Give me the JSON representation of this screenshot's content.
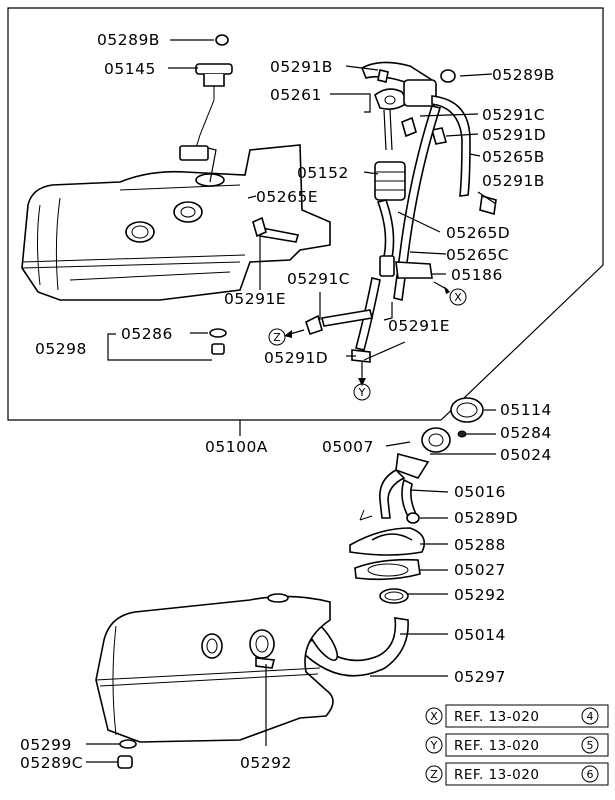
{
  "labels": {
    "l05289B": "05289B",
    "l05145": "05145",
    "l05291B_top": "05291B",
    "l05289B_right": "05289B",
    "l05261": "05261",
    "l05291C_right": "05291C",
    "l05291D_right": "05291D",
    "l05265B": "05265B",
    "l05152": "05152",
    "l05291B_right": "05291B",
    "l05265E": "05265E",
    "l05265D": "05265D",
    "l05265C": "05265C",
    "l05291C_mid": "05291C",
    "l05186": "05186",
    "l05291E_left": "05291E",
    "l05286": "05286",
    "l05291E_right": "05291E",
    "l05298": "05298",
    "l05291D_mid": "05291D",
    "l05114": "05114",
    "l05100A": "05100A",
    "l05007": "05007",
    "l05284": "05284",
    "l05024": "05024",
    "l05016": "05016",
    "l05289D": "05289D",
    "l05288": "05288",
    "l05027": "05027",
    "l05292_right": "05292",
    "l05014": "05014",
    "l05297": "05297",
    "l05299": "05299",
    "l05289C": "05289C",
    "l05292_bottom": "05292"
  },
  "markers": {
    "x": "X",
    "y": "Y",
    "z": "Z"
  },
  "references": [
    {
      "marker": "X",
      "text": "REF. 13-020",
      "num": "4"
    },
    {
      "marker": "Y",
      "text": "REF. 13-020",
      "num": "5"
    },
    {
      "marker": "Z",
      "text": "REF. 13-020",
      "num": "6"
    }
  ]
}
